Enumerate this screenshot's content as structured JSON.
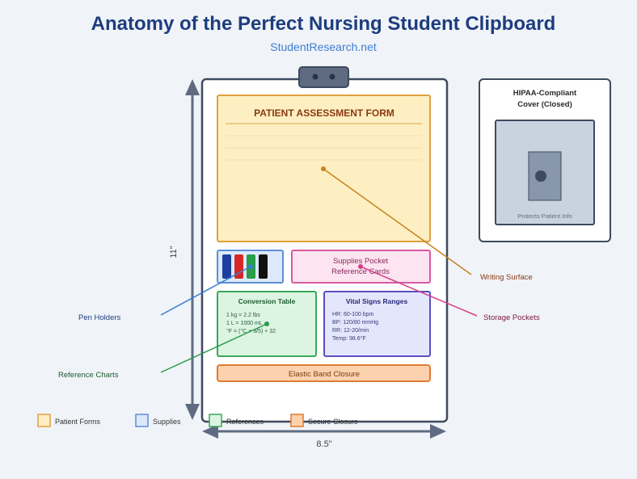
{
  "header": {
    "title": "Anatomy of the Perfect Nursing Student Clipboard",
    "subtitle": "StudentResearch.net"
  },
  "clipboard": {
    "form_title": "PATIENT ASSESSMENT FORM",
    "supplies_pocket": [
      "Supplies Pocket",
      "Reference Cards"
    ],
    "conversion": {
      "title": "Conversion Table",
      "lines": [
        "1 kg = 2.2 lbs",
        "1 L = 1000 mL",
        "°F = (°C × 9/5) + 32"
      ]
    },
    "vitals": {
      "title": "Vital Signs Ranges",
      "lines": [
        "HR: 60-100 bpm",
        "BP: 120/80 mmHg",
        "RR: 12-20/min",
        "Temp: 98.6°F"
      ]
    },
    "closure": "Elastic Band Closure",
    "pens": [
      "#1d3fa0",
      "#d62828",
      "#2a9d48",
      "#111111"
    ]
  },
  "dimensions": {
    "height": "11\"",
    "width": "8.5\""
  },
  "cover": {
    "title": [
      "HIPAA-Compliant",
      "Cover (Closed)"
    ],
    "caption": "Protects Patient Info"
  },
  "callouts": {
    "writing_surface": "Writing Surface",
    "storage_pockets": "Storage Pockets",
    "pen_holders": "Pen Holders",
    "reference_charts": "Reference Charts"
  },
  "legend": [
    {
      "label": "Patient Forms",
      "fill": "#fdefc2",
      "stroke": "#e0a040"
    },
    {
      "label": "Supplies",
      "fill": "#dce9fb",
      "stroke": "#5a8fd8"
    },
    {
      "label": "References",
      "fill": "#dcf5e2",
      "stroke": "#3aa85a"
    },
    {
      "label": "Secure Closure",
      "fill": "#fcd2ae",
      "stroke": "#e07a30"
    }
  ],
  "colors": {
    "title": "#1d3d7e",
    "subtitle": "#3d7fd0",
    "frame": "#3e4a5e"
  }
}
